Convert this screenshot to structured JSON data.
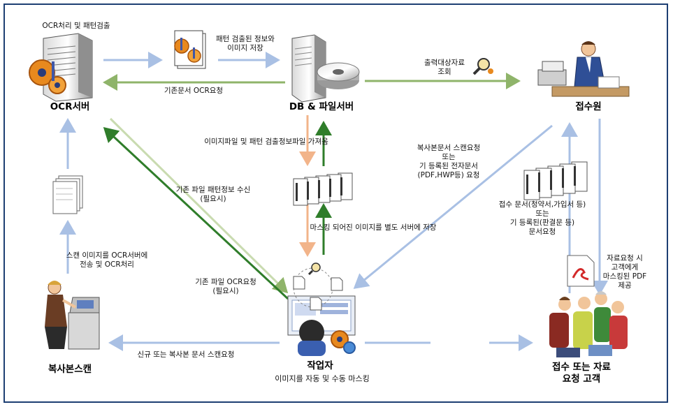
{
  "nodes": {
    "ocr_server": "OCR서버",
    "db_server": "DB & 파일서버",
    "receptionist": "접수원",
    "copy_scan": "복사본스캔",
    "worker": "작업자",
    "worker_sub": "이미지를 자동 및 수동 마스킹",
    "customer_line1": "접수 또는 자료",
    "customer_line2": "요청 고객"
  },
  "labels": {
    "ocr_process": "OCR처리 및 패턴검출",
    "pattern_store_1": "패턴 검출된 정보와",
    "pattern_store_2": "이미지 저장",
    "existing_ocr_request": "기존문서 OCR요청",
    "output_query_1": "출력대상자료",
    "output_query_2": "조회",
    "fetch_image_pattern": "이미지파일 및 패턴 검출정보파일 가져옴",
    "copy_scan_request_1": "복사본문서 스캔요청",
    "copy_scan_request_2": "또는",
    "copy_scan_request_3": "기 등록된 전자문서",
    "copy_scan_request_4": "(PDF,HWP등) 요청",
    "pattern_receive_1": "기존 파일 패턴정보 수신",
    "pattern_receive_2": "(필요시)",
    "masked_store": "마스킹 되어진 이미지를 별도 서버에 저장",
    "receipt_docs_1": "접수 문서(청약서,가입서 등)",
    "receipt_docs_2": "또는",
    "receipt_docs_3": "기 등록된(판결문 등)",
    "receipt_docs_4": "문서요청",
    "send_to_ocr_1": "스캔 이미지를 OCR서버에",
    "send_to_ocr_2": "전송 및 OCR처리",
    "existing_file_ocr_1": "기존 파일 OCR요청",
    "existing_file_ocr_2": "(필요시)",
    "pdf_provide_1": "자료요청 시",
    "pdf_provide_2": "고객에게",
    "pdf_provide_3": "마스킹된 PDF",
    "pdf_provide_4": "제공",
    "new_scan_request": "신규 또는 복사본 문서 스캔요청"
  },
  "icons": [
    "ocr-server-icon",
    "document-gear-icon",
    "db-server-icon",
    "magnifier-icon",
    "receptionist-icon",
    "scanned-pages-icon",
    "document-stack-icon",
    "copier-operator-icon",
    "worker-computer-icon",
    "pdf-document-icon",
    "customer-family-icon"
  ],
  "colors": {
    "border": "#1d3f73",
    "blue_arrow": "#a9c0e4",
    "green_arrow": "#8fb46a",
    "dark_green_arrow": "#2f7d2a",
    "orange_arrow": "#f2b48a"
  }
}
